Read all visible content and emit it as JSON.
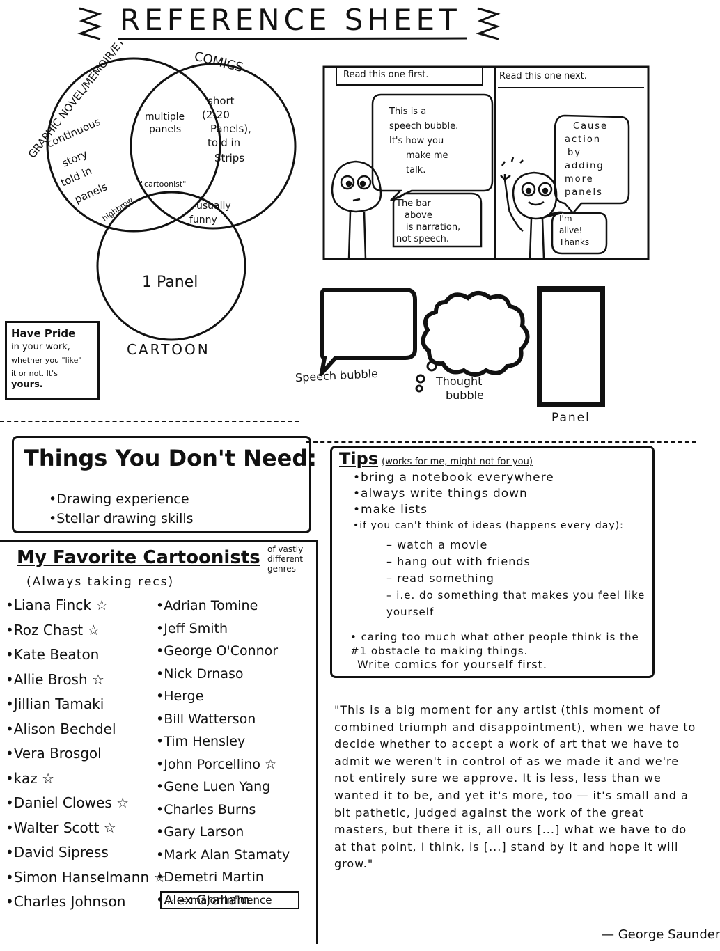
{
  "page": {
    "title": "REFERENCE SHEET"
  },
  "venn": {
    "label_graphic_novel": "GRAPHIC NOVEL/MEMOIR/ETC",
    "label_comics": "COMICS",
    "label_cartoon": "CARTOON",
    "gn_only": [
      "continuous",
      "story",
      "told in",
      "panels"
    ],
    "comics_only": [
      "short",
      "(2-20",
      "Panels),",
      "told in",
      "Strips"
    ],
    "gn_comics": [
      "multiple",
      "panels"
    ],
    "center": "\"cartoonist\"",
    "gn_cartoon": "highbrow",
    "comics_cartoon": [
      "usually",
      "funny"
    ],
    "cartoon_only": "1 Panel"
  },
  "pride_note": {
    "lines": [
      "Have Pride",
      "in your work,",
      "whether you \"like\"",
      "it or not. It's",
      "yours."
    ]
  },
  "comic_example": {
    "panel1_caption": "Read this one first.",
    "panel2_caption": "Read this one next.",
    "bubble1": [
      "This is a",
      "speech bubble.",
      "It's how you",
      "make me",
      "talk."
    ],
    "narration1": [
      "The bar",
      "above",
      "is narration,",
      "not speech."
    ],
    "bubble2": [
      "Cause",
      "action",
      "by",
      "adding",
      "more",
      "panels"
    ],
    "bubble3": [
      "I'm",
      "alive!",
      "Thanks"
    ]
  },
  "shape_legend": {
    "speech_bubble": "Speech bubble",
    "thought_bubble": [
      "Thought",
      "bubble"
    ],
    "panel": "Panel"
  },
  "dont_need": {
    "heading": "Things You Don't Need:",
    "items": [
      "Drawing experience",
      "Stellar drawing skills"
    ]
  },
  "favorites": {
    "heading": "My Favorite Cartoonists",
    "side_note": [
      "of vastly",
      "different",
      "genres"
    ],
    "sub_note": "(Always taking recs)",
    "column1": [
      "Liana Finck ☆",
      "Roz Chast ☆",
      "Kate Beaton",
      "Allie Brosh ☆",
      "Jillian Tamaki",
      "Alison Bechdel",
      "Vera Brosgol",
      "kaz ☆",
      "Daniel Clowes ☆",
      "Walter Scott ☆",
      "David Sipress",
      "Simon Hanselmann ☆",
      "Charles Johnson"
    ],
    "column2": [
      "Adrian Tomine",
      "Jeff Smith",
      "George O'Connor",
      "Nick Drnaso",
      "Herge",
      "Bill Watterson",
      "Tim Hensley",
      "John Porcellino ☆",
      "Gene Luen Yang",
      "Charles Burns",
      "Gary Larson",
      "Mark Alan Stamaty",
      "Demetri Martin",
      "Alex Graham"
    ],
    "legend": "☆ = major influence"
  },
  "tips": {
    "heading": "Tips",
    "subheading": "(works for me, might not for you)",
    "items": [
      "bring a notebook everywhere",
      "always write things down",
      "make lists",
      "if you can't think of ideas (happens every day):"
    ],
    "sub_items": [
      "watch a movie",
      "hang out with friends",
      "read something",
      "i.e. do something that makes you feel like yourself"
    ],
    "last_item": "caring too much what other people think is the #1 obstacle to making things.",
    "closing": "Write comics for yourself first."
  },
  "quote": {
    "text": "\"This is a big moment for any artist (this moment of combined triumph and disappointment), when we have to decide whether to accept a work of art that we have to admit we weren't in control of as we made it and we're not entirely sure we approve. It is less, less than we wanted it to be, and yet it's more, too — it's small and a bit pathetic, judged against the work of the great masters, but there it is, all ours [...] what we have to do at that point, I think, is [...] stand by it and hope it will grow.\"",
    "author": "— George Saunders"
  }
}
